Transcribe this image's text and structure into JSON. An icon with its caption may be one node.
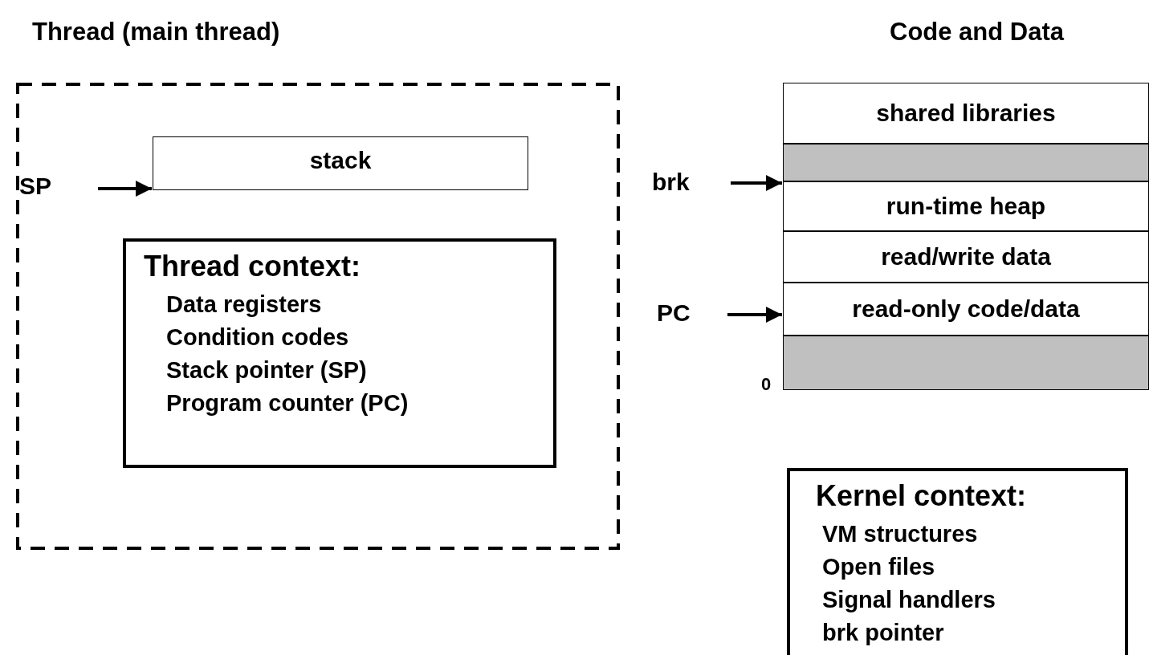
{
  "diagram": {
    "nodes": [
      {
        "text": [],
        "shape": "box"
      },
      {
        "text": [
          "SP"
        ],
        "in": 0
      },
      {
        "text": [
          "stack"
        ],
        "in": 0
      },
      {
        "text": [
          "Thread context:",
          "Data registers",
          "Condition codes",
          "Stack pointer (SP)",
          "Program counter (PC)"
        ],
        "in": 0
      },
      {
        "text": [
          "shared libraries"
        ]
      },
      {
        "text": [],
        "shape": "box"
      },
      {
        "text": [
          "run-time heap"
        ]
      },
      {
        "text": [
          "read/write data"
        ]
      },
      {
        "text": [
          "read-only code/data"
        ]
      },
      {
        "text": [],
        "shape": "box"
      },
      {
        "text": [
          "brk"
        ]
      },
      {
        "text": [
          "PC"
        ]
      },
      {
        "text": [
          "Kernel context:",
          "VM structures",
          "Open files",
          "Signal handlers",
          "brk pointer"
        ]
      }
    ],
    "edges": [
      {
        "from": 1,
        "to": 2,
        "arrow": "to"
      },
      {
        "from": 10,
        "to": 6,
        "arrow": "to"
      },
      {
        "from": 11,
        "to": 8,
        "arrow": "to"
      }
    ],
    "labels": [
      "Thread (main thread)",
      "Code and Data",
      "0"
    ]
  }
}
